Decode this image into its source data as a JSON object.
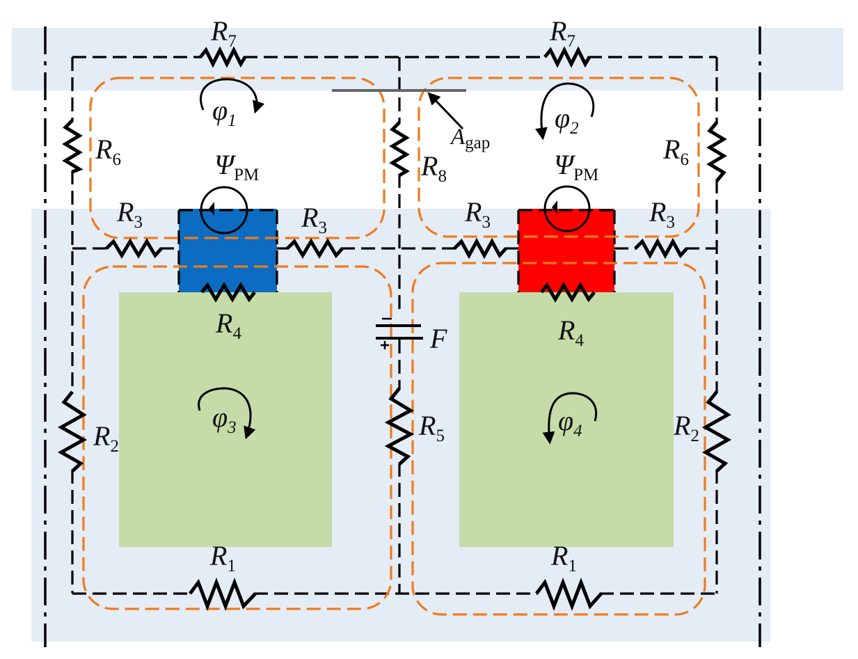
{
  "labels": {
    "r7": "R",
    "r7s": "7",
    "r6": "R",
    "r6s": "6",
    "r8": "R",
    "r8s": "8",
    "r3": "R",
    "r3s": "3",
    "r4": "R",
    "r4s": "4",
    "r5": "R",
    "r5s": "5",
    "r2": "R",
    "r2s": "2",
    "r1": "R",
    "r1s": "1",
    "f": "F",
    "agap": "A",
    "agap_sub": "gap",
    "psi": "Ψ",
    "psi_sub": "PM",
    "phi": "φ",
    "phi1": "1",
    "phi2": "2",
    "phi3": "3",
    "phi4": "4"
  },
  "colors": {
    "band": "#e4ecf6",
    "slot": "#c5dca8",
    "magnet_left": "#0b6cc2",
    "magnet_right": "#ff0000",
    "loop_orange": "#ee7b1c",
    "line": "#000000"
  }
}
